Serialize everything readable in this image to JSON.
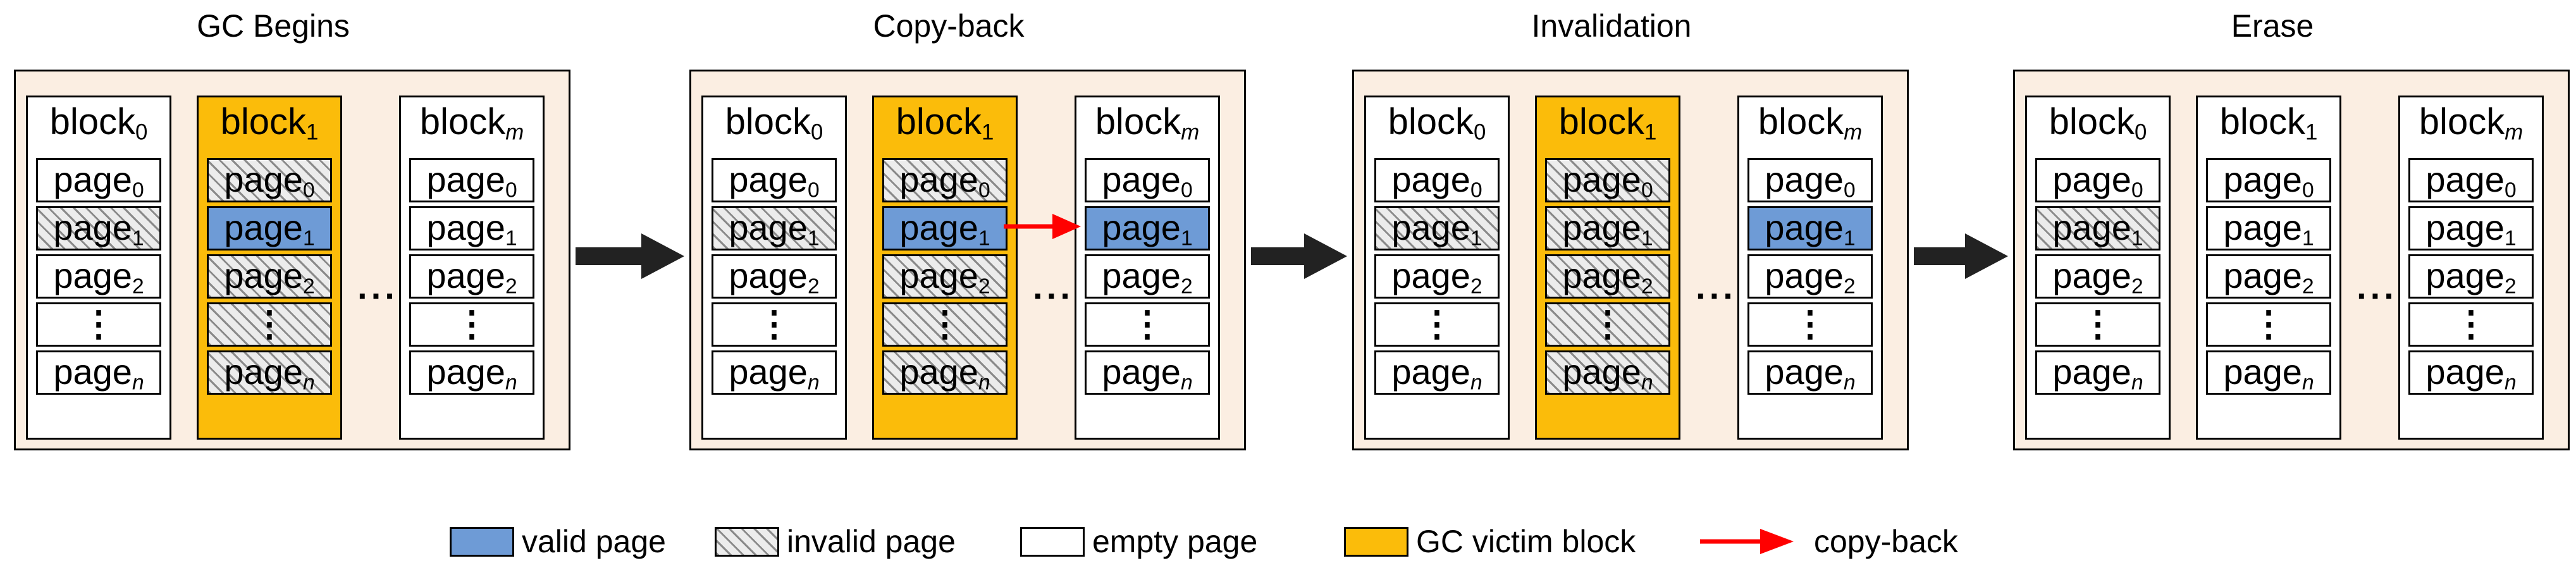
{
  "stages": [
    {
      "title": "GC Begins",
      "blocks": [
        {
          "base": "block",
          "sub": "0",
          "victim": false,
          "pages": [
            {
              "base": "page",
              "sub": "0",
              "state": "empty"
            },
            {
              "base": "page",
              "sub": "1",
              "state": "invalid"
            },
            {
              "base": "page",
              "sub": "2",
              "state": "empty"
            },
            {
              "dots": "⋮",
              "state": "empty"
            },
            {
              "base": "page",
              "sub": "n",
              "state": "empty"
            }
          ]
        },
        {
          "base": "block",
          "sub": "1",
          "victim": true,
          "pages": [
            {
              "base": "page",
              "sub": "0",
              "state": "invalid"
            },
            {
              "base": "page",
              "sub": "1",
              "state": "valid"
            },
            {
              "base": "page",
              "sub": "2",
              "state": "invalid"
            },
            {
              "dots": "⋮",
              "state": "invalid"
            },
            {
              "base": "page",
              "sub": "n",
              "state": "invalid"
            }
          ]
        },
        {
          "base": "block",
          "sub": "m",
          "victim": false,
          "pages": [
            {
              "base": "page",
              "sub": "0",
              "state": "empty"
            },
            {
              "base": "page",
              "sub": "1",
              "state": "empty"
            },
            {
              "base": "page",
              "sub": "2",
              "state": "empty"
            },
            {
              "dots": "⋮",
              "state": "empty"
            },
            {
              "base": "page",
              "sub": "n",
              "state": "empty"
            }
          ]
        }
      ]
    },
    {
      "title": "Copy-back",
      "copyback": true,
      "blocks": [
        {
          "base": "block",
          "sub": "0",
          "victim": false,
          "pages": [
            {
              "base": "page",
              "sub": "0",
              "state": "empty"
            },
            {
              "base": "page",
              "sub": "1",
              "state": "invalid"
            },
            {
              "base": "page",
              "sub": "2",
              "state": "empty"
            },
            {
              "dots": "⋮",
              "state": "empty"
            },
            {
              "base": "page",
              "sub": "n",
              "state": "empty"
            }
          ]
        },
        {
          "base": "block",
          "sub": "1",
          "victim": true,
          "pages": [
            {
              "base": "page",
              "sub": "0",
              "state": "invalid"
            },
            {
              "base": "page",
              "sub": "1",
              "state": "valid"
            },
            {
              "base": "page",
              "sub": "2",
              "state": "invalid"
            },
            {
              "dots": "⋮",
              "state": "invalid"
            },
            {
              "base": "page",
              "sub": "n",
              "state": "invalid"
            }
          ]
        },
        {
          "base": "block",
          "sub": "m",
          "victim": false,
          "pages": [
            {
              "base": "page",
              "sub": "0",
              "state": "empty"
            },
            {
              "base": "page",
              "sub": "1",
              "state": "valid"
            },
            {
              "base": "page",
              "sub": "2",
              "state": "empty"
            },
            {
              "dots": "⋮",
              "state": "empty"
            },
            {
              "base": "page",
              "sub": "n",
              "state": "empty"
            }
          ]
        }
      ]
    },
    {
      "title": "Invalidation",
      "blocks": [
        {
          "base": "block",
          "sub": "0",
          "victim": false,
          "pages": [
            {
              "base": "page",
              "sub": "0",
              "state": "empty"
            },
            {
              "base": "page",
              "sub": "1",
              "state": "invalid"
            },
            {
              "base": "page",
              "sub": "2",
              "state": "empty"
            },
            {
              "dots": "⋮",
              "state": "empty"
            },
            {
              "base": "page",
              "sub": "n",
              "state": "empty"
            }
          ]
        },
        {
          "base": "block",
          "sub": "1",
          "victim": true,
          "pages": [
            {
              "base": "page",
              "sub": "0",
              "state": "invalid"
            },
            {
              "base": "page",
              "sub": "1",
              "state": "invalid"
            },
            {
              "base": "page",
              "sub": "2",
              "state": "invalid"
            },
            {
              "dots": "⋮",
              "state": "invalid"
            },
            {
              "base": "page",
              "sub": "n",
              "state": "invalid"
            }
          ]
        },
        {
          "base": "block",
          "sub": "m",
          "victim": false,
          "pages": [
            {
              "base": "page",
              "sub": "0",
              "state": "empty"
            },
            {
              "base": "page",
              "sub": "1",
              "state": "valid"
            },
            {
              "base": "page",
              "sub": "2",
              "state": "empty"
            },
            {
              "dots": "⋮",
              "state": "empty"
            },
            {
              "base": "page",
              "sub": "n",
              "state": "empty"
            }
          ]
        }
      ]
    },
    {
      "title": "Erase",
      "blocks": [
        {
          "base": "block",
          "sub": "0",
          "victim": false,
          "pages": [
            {
              "base": "page",
              "sub": "0",
              "state": "empty"
            },
            {
              "base": "page",
              "sub": "1",
              "state": "invalid"
            },
            {
              "base": "page",
              "sub": "2",
              "state": "empty"
            },
            {
              "dots": "⋮",
              "state": "empty"
            },
            {
              "base": "page",
              "sub": "n",
              "state": "empty"
            }
          ]
        },
        {
          "base": "block",
          "sub": "1",
          "victim": false,
          "pages": [
            {
              "base": "page",
              "sub": "0",
              "state": "empty"
            },
            {
              "base": "page",
              "sub": "1",
              "state": "empty"
            },
            {
              "base": "page",
              "sub": "2",
              "state": "empty"
            },
            {
              "dots": "⋮",
              "state": "empty"
            },
            {
              "base": "page",
              "sub": "n",
              "state": "empty"
            }
          ]
        },
        {
          "base": "block",
          "sub": "m",
          "victim": false,
          "pages": [
            {
              "base": "page",
              "sub": "0",
              "state": "empty"
            },
            {
              "base": "page",
              "sub": "1",
              "state": "empty"
            },
            {
              "base": "page",
              "sub": "2",
              "state": "empty"
            },
            {
              "dots": "⋮",
              "state": "empty"
            },
            {
              "base": "page",
              "sub": "n",
              "state": "empty"
            }
          ]
        }
      ]
    }
  ],
  "ellipsis": "···",
  "legend": [
    {
      "kind": "valid",
      "label": "valid page"
    },
    {
      "kind": "invalid",
      "label": "invalid page"
    },
    {
      "kind": "empty",
      "label": "empty page"
    },
    {
      "kind": "victim",
      "label": "GC victim block"
    },
    {
      "kind": "copyback",
      "label": "copy-back"
    }
  ],
  "colors": {
    "panel": "#fbeee2",
    "victim": "#fbbc0a",
    "valid": "#6e9bd6",
    "copyback_arrow": "#ff0000",
    "flow_arrow": "#222222"
  }
}
